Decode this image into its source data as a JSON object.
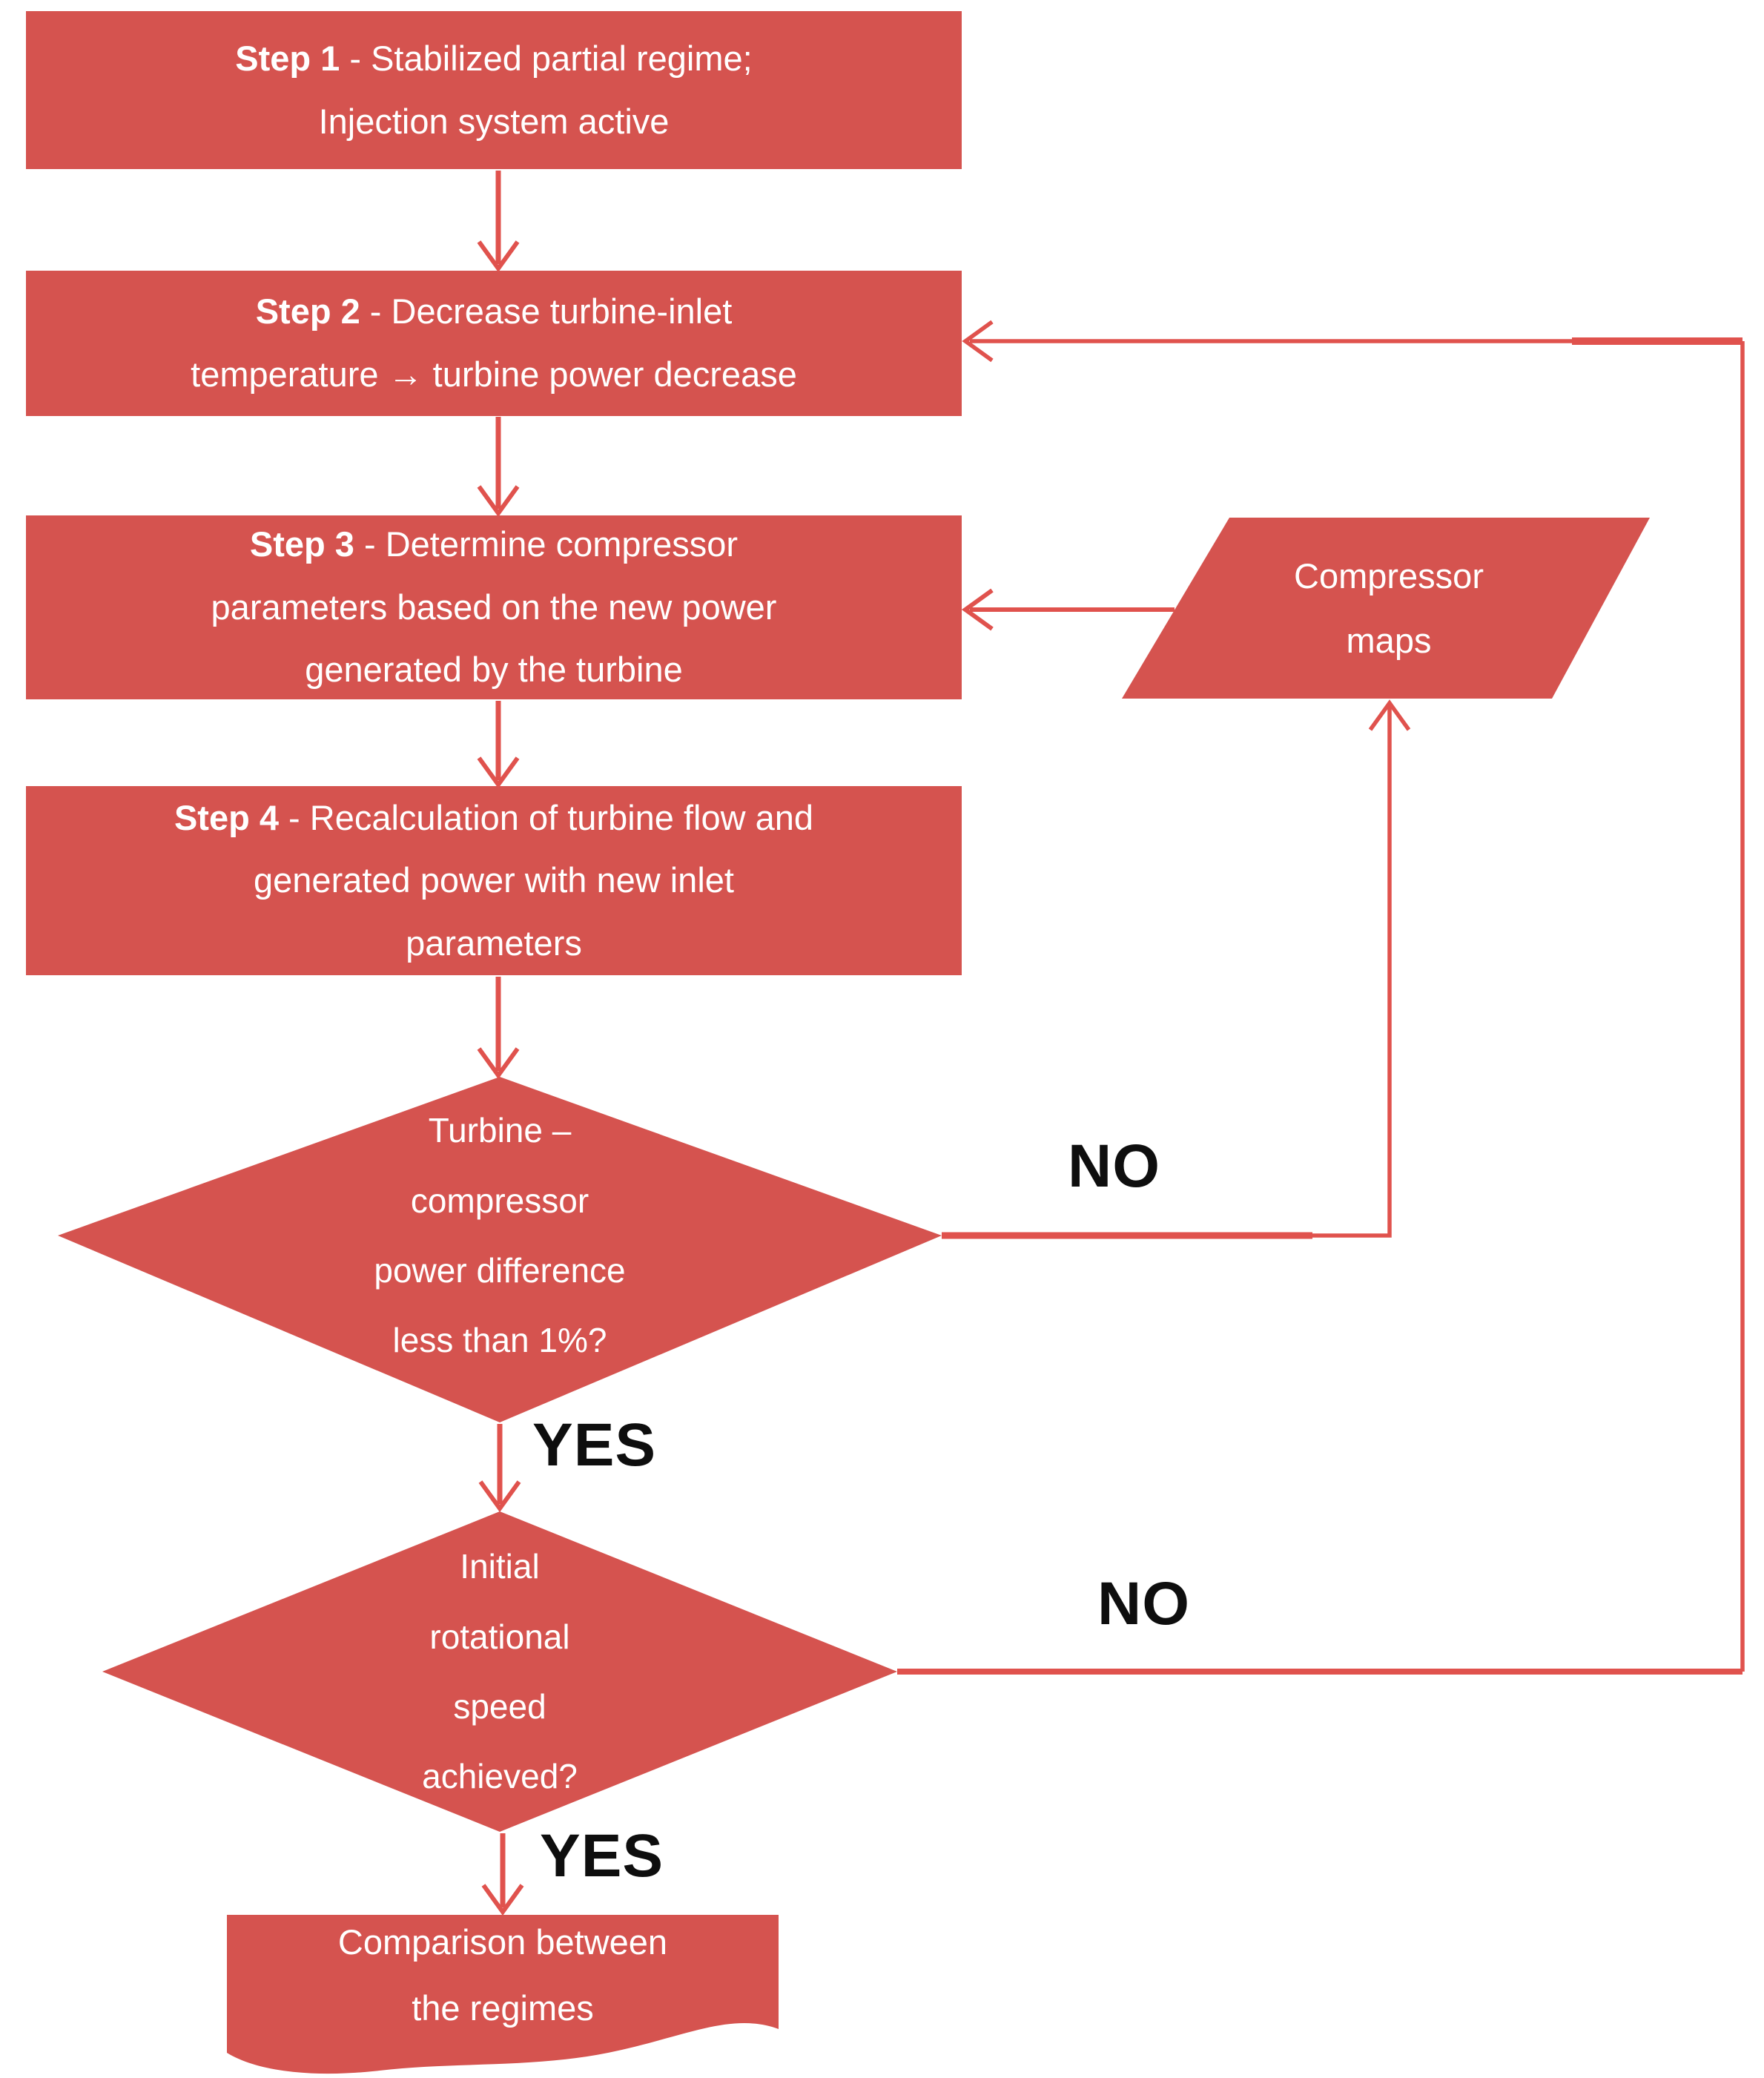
{
  "colors": {
    "shape_fill": "#d5534f",
    "connector": "#e0524d",
    "shape_text": "#ffffff",
    "label_text": "#0e0e0e"
  },
  "steps": [
    {
      "prefix": "Step 1",
      "rest": [
        "- Stabilized partial regime;",
        "Injection system active"
      ]
    },
    {
      "prefix": "Step 2",
      "rest": [
        "- Decrease turbine-inlet",
        "temperature → turbine power decrease"
      ]
    },
    {
      "prefix": "Step 3",
      "rest": [
        "- Determine compressor",
        "parameters based on the new power",
        "generated by the turbine"
      ]
    },
    {
      "prefix": "Step 4",
      "rest": [
        "- Recalculation of turbine flow and",
        "generated power with new inlet",
        "parameters"
      ]
    }
  ],
  "decisions": [
    {
      "lines": [
        "Turbine –",
        "compressor",
        "power difference",
        "less than 1%?"
      ]
    },
    {
      "lines": [
        "Initial",
        "rotational",
        "speed",
        "achieved?"
      ]
    }
  ],
  "data_shape": {
    "lines": [
      "Compressor",
      "maps"
    ]
  },
  "terminal": {
    "lines": [
      "Comparison between",
      "the regimes"
    ]
  },
  "labels": {
    "yes1": "YES",
    "no1": "NO",
    "yes2": "YES",
    "no2": "NO"
  }
}
